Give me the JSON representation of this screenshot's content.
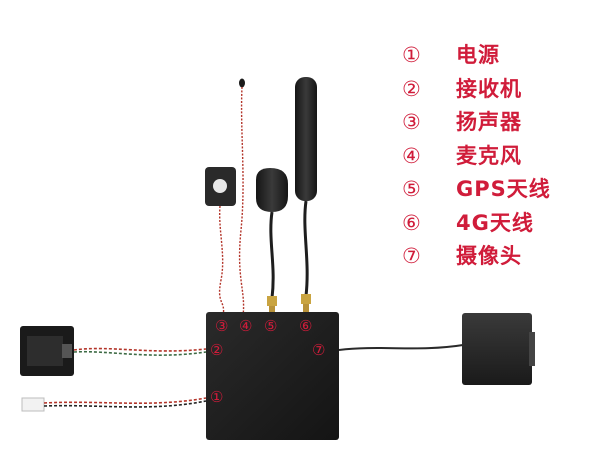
{
  "legend": [
    {
      "num": "①",
      "label": "电源"
    },
    {
      "num": "②",
      "label": "接收机"
    },
    {
      "num": "③",
      "label": "扬声器"
    },
    {
      "num": "④",
      "label": "麦克风"
    },
    {
      "num": "⑤",
      "label": "GPS天线"
    },
    {
      "num": "⑥",
      "label": "4G天线"
    },
    {
      "num": "⑦",
      "label": "摄像头"
    }
  ],
  "ports": {
    "p1": "①",
    "p2": "②",
    "p3": "③",
    "p4": "④",
    "p5": "⑤",
    "p6": "⑥",
    "p7": "⑦"
  },
  "colors": {
    "accent": "#d01c3a",
    "device": "#1c1c1c",
    "wire_red": "#b3352a",
    "cable": "#2a2a2a",
    "antenna_gold": "#c9a441"
  }
}
